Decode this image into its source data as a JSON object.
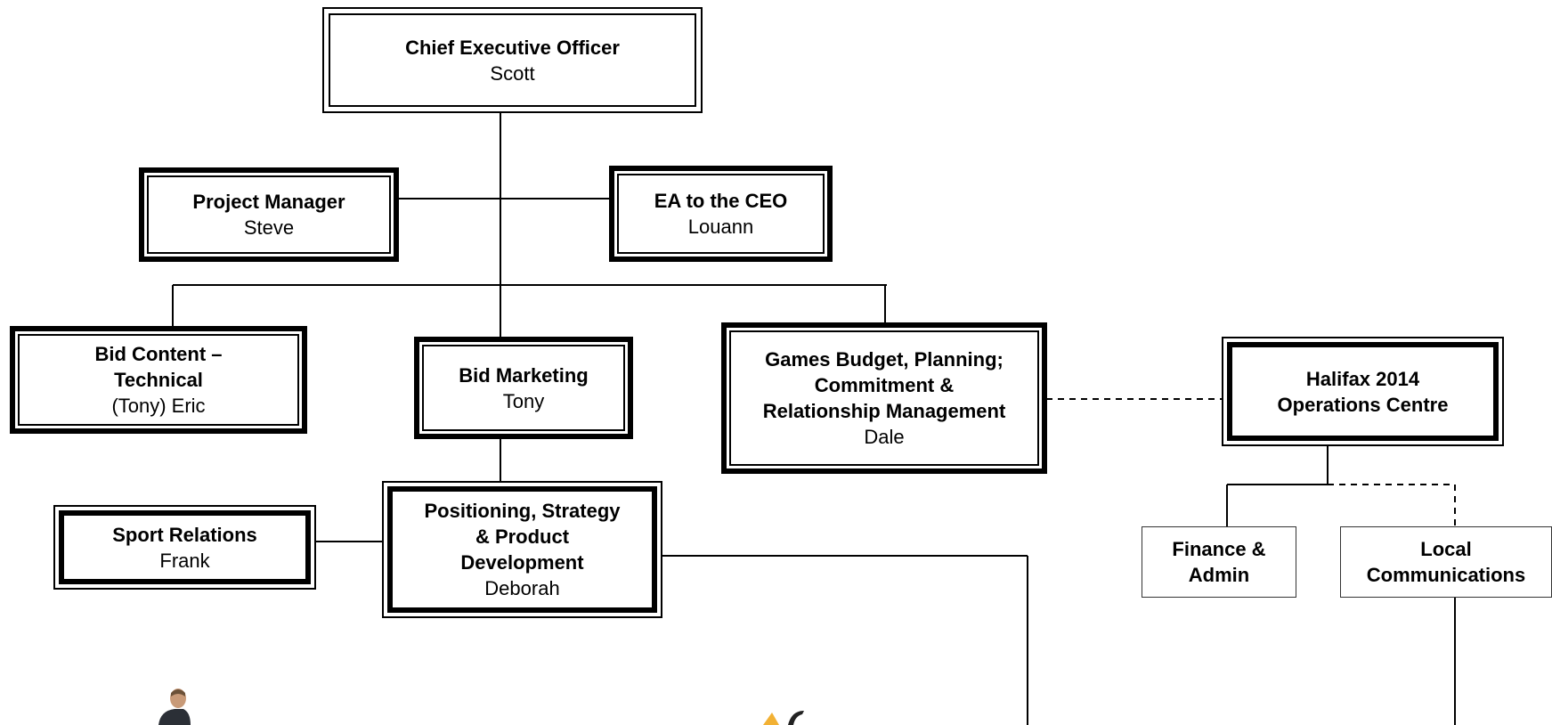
{
  "org_chart": {
    "ceo": {
      "title": "Chief Executive Officer",
      "name": "Scott"
    },
    "project_manager": {
      "title": "Project Manager",
      "name": "Steve"
    },
    "ea_ceo": {
      "title": "EA to the CEO",
      "name": "Louann"
    },
    "bid_content": {
      "title_line1": "Bid Content –",
      "title_line2": "Technical",
      "name": "(Tony) Eric"
    },
    "bid_marketing": {
      "title": "Bid Marketing",
      "name": "Tony"
    },
    "games_budget": {
      "title_line1": "Games Budget, Planning;",
      "title_line2": "Commitment &",
      "title_line3": "Relationship Management",
      "name": "Dale"
    },
    "halifax_ops": {
      "title_line1": "Halifax 2014",
      "title_line2": "Operations Centre"
    },
    "sport_relations": {
      "title": "Sport Relations",
      "name": "Frank"
    },
    "positioning": {
      "title_line1": "Positioning, Strategy",
      "title_line2": "& Product",
      "title_line3": "Development",
      "name": "Deborah"
    },
    "finance_admin": {
      "title_line1": "Finance &",
      "title_line2": "Admin"
    },
    "local_comms": {
      "title_line1": "Local",
      "title_line2": "Communications"
    }
  },
  "colors": {
    "line": "#000000",
    "background": "#ffffff",
    "accent_photo": "#f2b134"
  }
}
